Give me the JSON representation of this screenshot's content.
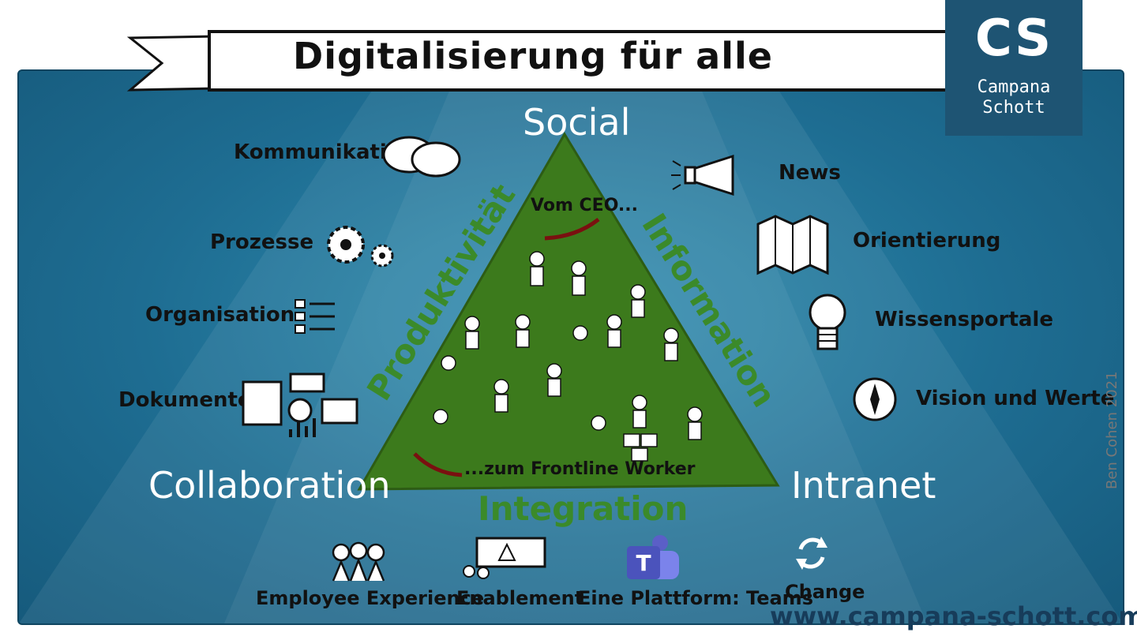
{
  "title": "Digitalisierung für alle",
  "logo": {
    "initials": "CS",
    "name_line1": "Campana",
    "name_line2": "Schott"
  },
  "corners": {
    "top": "Social",
    "left": "Collaboration",
    "right": "Intranet"
  },
  "sides": {
    "left": "Produktivität",
    "right": "Information",
    "bottom": "Integration"
  },
  "triangle": {
    "top_note": "Vom CEO...",
    "bottom_note": "...zum Frontline Worker"
  },
  "collaboration_items": [
    "Kommunikation",
    "Prozesse",
    "Organisation",
    "Dokumente"
  ],
  "intranet_items": [
    "News",
    "Orientierung",
    "Wissensportale",
    "Vision und Werte"
  ],
  "integration_items": [
    "Employee Experience",
    "Enablement",
    "Eine Plattform: Teams",
    "Change"
  ],
  "credit": "Ben Cohen 2021",
  "url": "www.campana-schott.com",
  "colors": {
    "board": "#1e6d92",
    "triangle": "#3c7a1c",
    "side_labels": "#3b8a2a",
    "logo_bg": "#1e5473",
    "ribbon": "#ffffff"
  },
  "icons": [
    "speech-bubbles-icon",
    "gears-icon",
    "checklist-icon",
    "documents-icon",
    "megaphone-icon",
    "map-icon",
    "lightbulb-icon",
    "compass-icon",
    "people-icon",
    "presentation-icon",
    "teams-icon",
    "refresh-icon"
  ]
}
